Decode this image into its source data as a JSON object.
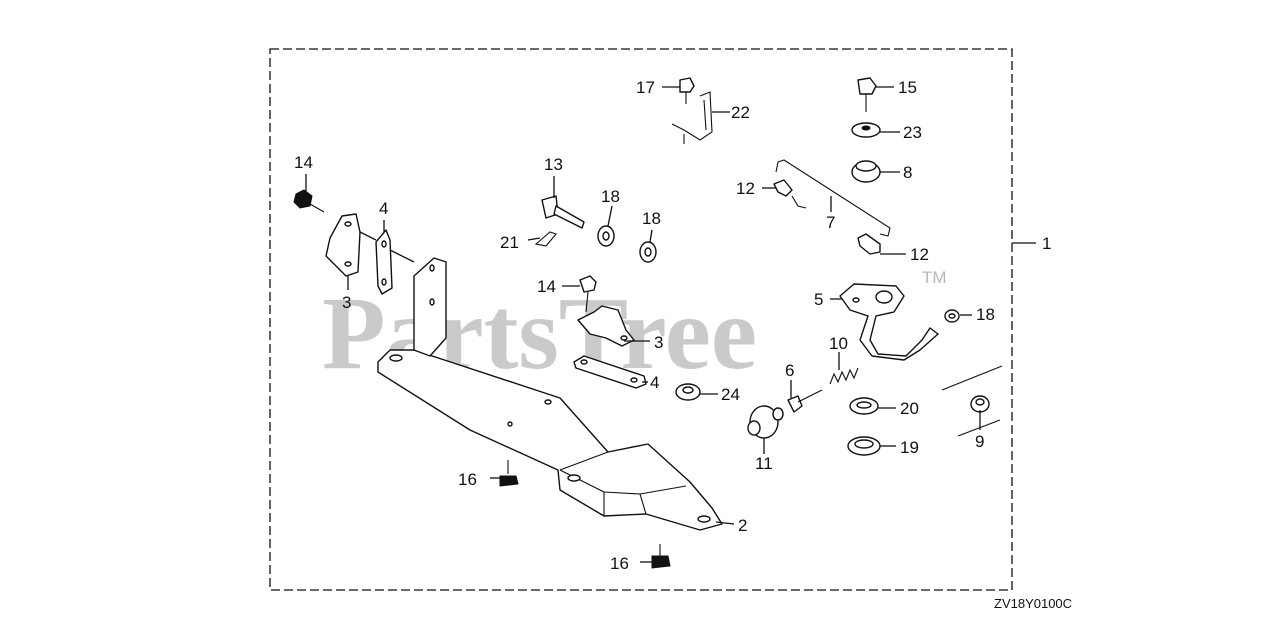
{
  "watermark": {
    "text": "PartsTree",
    "trademark": "TM"
  },
  "diagram_code": "ZV18Y0100C",
  "callouts": {
    "c1": "1",
    "c2": "2",
    "c3a": "3",
    "c3b": "3",
    "c4a": "4",
    "c4b": "4",
    "c5": "5",
    "c6": "6",
    "c7": "7",
    "c8": "8",
    "c9": "9",
    "c10": "10",
    "c11": "11",
    "c12a": "12",
    "c12b": "12",
    "c13": "13",
    "c14a": "14",
    "c14b": "14",
    "c15": "15",
    "c16a": "16",
    "c16b": "16",
    "c17": "17",
    "c18a": "18",
    "c18b": "18",
    "c18c": "18",
    "c19": "19",
    "c20": "20",
    "c21": "21",
    "c22": "22",
    "c23": "23",
    "c24": "24"
  }
}
